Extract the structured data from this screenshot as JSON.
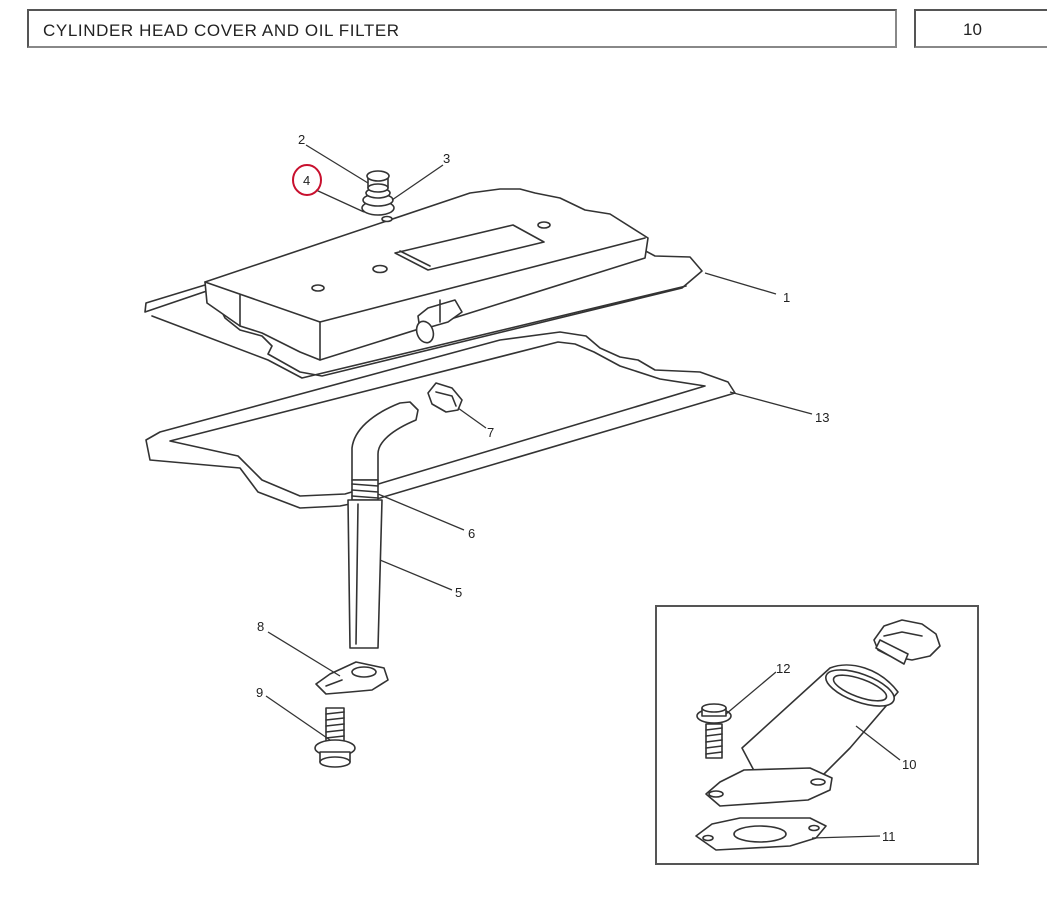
{
  "header": {
    "title": "CYLINDER HEAD COVER AND OIL FILTER",
    "page_number": "10"
  },
  "callouts": {
    "c1": "1",
    "c2": "2",
    "c3": "3",
    "c4": "4",
    "c5": "5",
    "c6": "6",
    "c7": "7",
    "c8": "8",
    "c9": "9",
    "c10": "10",
    "c11": "11",
    "c12": "12",
    "c13": "13"
  },
  "highlight": {
    "callout": "4",
    "color": "#c8102e"
  }
}
